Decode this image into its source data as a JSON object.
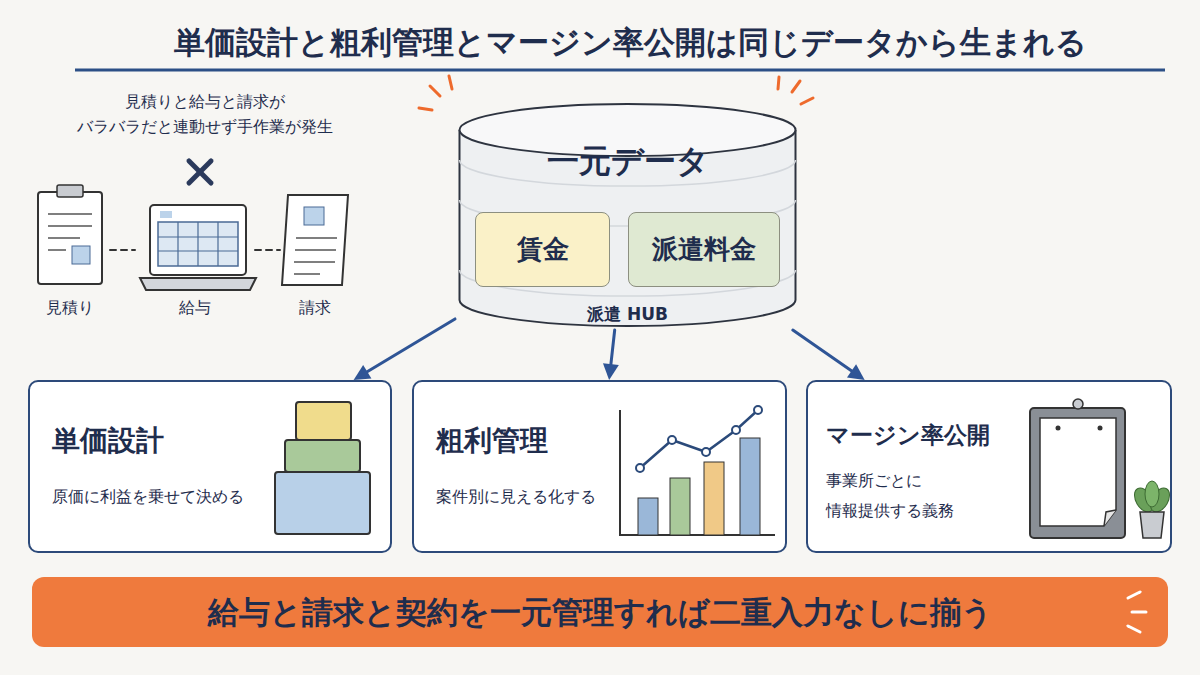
{
  "diagram": {
    "title": "単価設計と粗利管理とマージン率公開は同じデータから生まれる",
    "nodes": [
      {
        "text": [
          "見積り"
        ]
      },
      {
        "text": [
          "給与"
        ]
      },
      {
        "text": [
          "請求"
        ]
      },
      {
        "text": [
          "一元データ",
          "派遣 HUB"
        ]
      },
      {
        "text": [
          "賃金"
        ],
        "in": 3
      },
      {
        "text": [
          "派遣料金"
        ],
        "in": 3
      },
      {
        "text": [
          "単価設計",
          "原価に利益を乗せて決める"
        ]
      },
      {
        "text": [
          "粗利管理",
          "案件別に見える化する"
        ]
      },
      {
        "text": [
          "マージン率公開",
          "事業所ごとに 情報提供する義務"
        ]
      },
      {
        "text": [
          "給与と請求と契約を一元管理すれば二重入力なしに揃う"
        ]
      }
    ],
    "edges": [
      {
        "from": 0,
        "to": 1,
        "arrow": "none"
      },
      {
        "from": 1,
        "to": 2,
        "arrow": "none"
      },
      {
        "from": 3,
        "to": 6,
        "arrow": "to"
      },
      {
        "from": 3,
        "to": 7,
        "arrow": "to"
      },
      {
        "from": 3,
        "to": 8,
        "arrow": "to"
      }
    ],
    "labels": [
      "見積りと給与と請求が バラバラだと連動せず手作業が発生"
    ]
  }
}
